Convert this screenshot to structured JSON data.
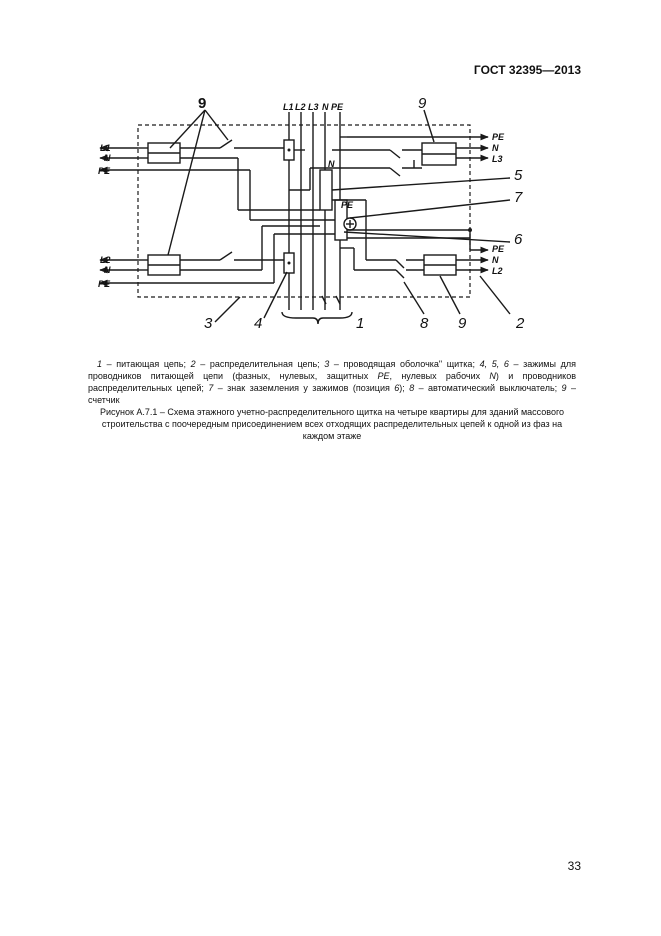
{
  "header": {
    "standard": "ГОСТ 32395—2013"
  },
  "diagram": {
    "bus_labels": [
      "L1",
      "L2",
      "L3",
      "N",
      "PE"
    ],
    "left_upper": [
      "L1",
      "N",
      "PE"
    ],
    "left_lower": [
      "L2",
      "N",
      "PE"
    ],
    "right_upper": [
      "PE",
      "N",
      "L3"
    ],
    "right_lower": [
      "PE",
      "N",
      "L2"
    ],
    "clamp_n": "N",
    "clamp_pe": "PE",
    "callouts": {
      "c1": "1",
      "c2": "2",
      "c3": "3",
      "c4": "4",
      "c5": "5",
      "c6": "6",
      "c7": "7",
      "c8": "8",
      "c9_right": "9",
      "c9_left": "9",
      "c9_lower": "9"
    }
  },
  "legend": {
    "n1": "1",
    "t1": " – питающая цепь; ",
    "n2": "2",
    "t2": " – распределительная цепь; ",
    "n3": "3",
    "t3": " – проводящая оболочка\" щитка;  ",
    "n4": "4, 5, 6",
    "t4": " – зажимы для проводников питающей цепи (фазных, нулевых, защитных ",
    "pe": "PE",
    "t5": ", нулевых рабочих ",
    "n": "N",
    "t6": ") и проводников распределительных цепей; ",
    "n7": "7",
    "t7": " – знак заземления у зажимов (позиция ",
    "n6": "6",
    "t8": "); ",
    "n8": "8",
    "t9": " – автоматический выключатель; ",
    "n9": "9",
    "t10": " – счетчик"
  },
  "figure_caption": "Рисунок А.7.1 – Схема этажного учетно-распределительного щитка на четыре квартиры для зданий массового строительства с поочередным присоединением всех отходящих распределительных цепей к одной из фаз на каждом этаже",
  "page_number": "33"
}
